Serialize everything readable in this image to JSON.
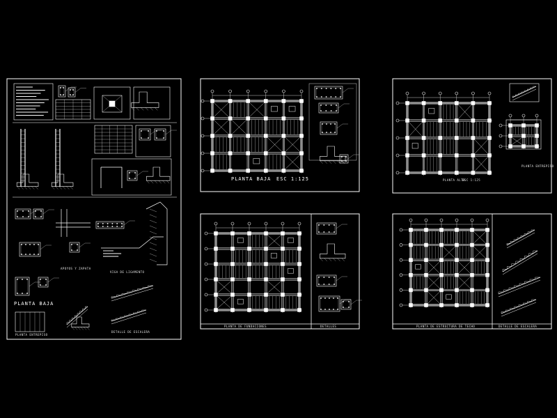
{
  "colors": {
    "background": "#000000",
    "lines": "#ffffff",
    "accent_hatch": "#d0d0d0"
  },
  "sheets": {
    "sheet1": {
      "label_planta_baja": "PLANTA BAJA",
      "label_apoyos": "APOYOS Y ZAPATA",
      "label_viga": "VIGA DE LIGAMENTO",
      "label_planta_entrepiso": "PLANTA ENTREPISO",
      "label_detalle_escalera": "DETALLE DE ESCALERA"
    },
    "sheet2": {
      "title": "PLANTA BAJA",
      "scale": "ESC 1:125"
    },
    "sheet3": {
      "title": "PLANTA ALTA",
      "scale": "ESC 1:125",
      "side_label": "PLANTA ENTREPISO"
    },
    "sheet4": {
      "title": "PLANTA DE FUNDACIONES",
      "side_title": "DETALLES"
    },
    "sheet5": {
      "title": "PLANTA DE ESTRUCTURA DE TECHO",
      "side_title": "DETALLE DE ESCALERA"
    }
  }
}
